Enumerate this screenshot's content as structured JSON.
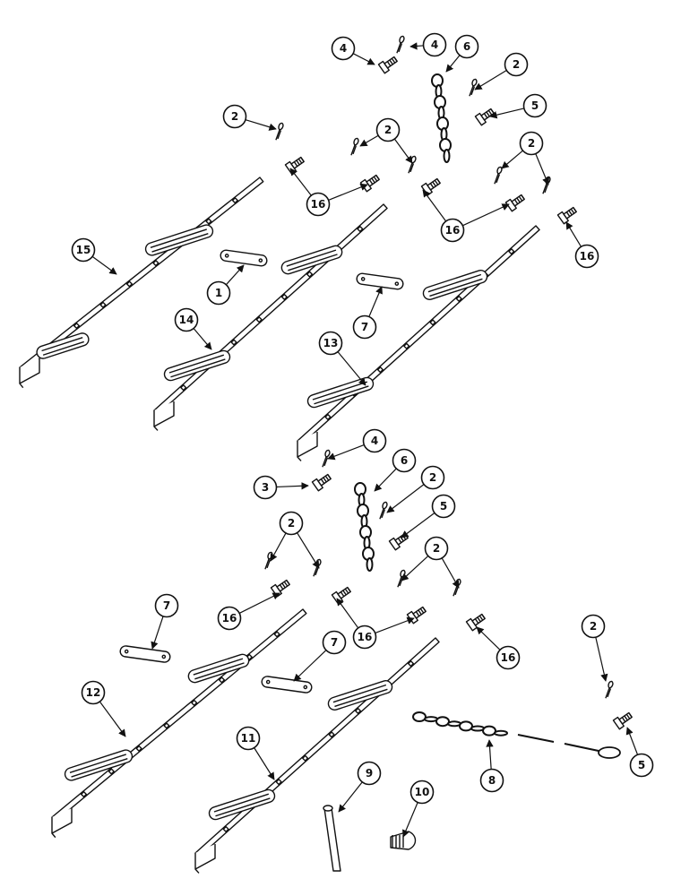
{
  "diagram": {
    "type": "exploded-parts-view",
    "ink_color": "#111111",
    "paper_color": "#ffffff",
    "callouts": [
      {
        "label": "4"
      },
      {
        "label": "4"
      },
      {
        "label": "6"
      },
      {
        "label": "2"
      },
      {
        "label": "5"
      },
      {
        "label": "2"
      },
      {
        "label": "2"
      },
      {
        "label": "2"
      },
      {
        "label": "16"
      },
      {
        "label": "16"
      },
      {
        "label": "16"
      },
      {
        "label": "15"
      },
      {
        "label": "1"
      },
      {
        "label": "7"
      },
      {
        "label": "14"
      },
      {
        "label": "13"
      },
      {
        "label": "4"
      },
      {
        "label": "6"
      },
      {
        "label": "3"
      },
      {
        "label": "2"
      },
      {
        "label": "5"
      },
      {
        "label": "2"
      },
      {
        "label": "2"
      },
      {
        "label": "16"
      },
      {
        "label": "16"
      },
      {
        "label": "16"
      },
      {
        "label": "7"
      },
      {
        "label": "7"
      },
      {
        "label": "12"
      },
      {
        "label": "11"
      },
      {
        "label": "9"
      },
      {
        "label": "10"
      },
      {
        "label": "8"
      },
      {
        "label": "2"
      },
      {
        "label": "5"
      }
    ]
  }
}
